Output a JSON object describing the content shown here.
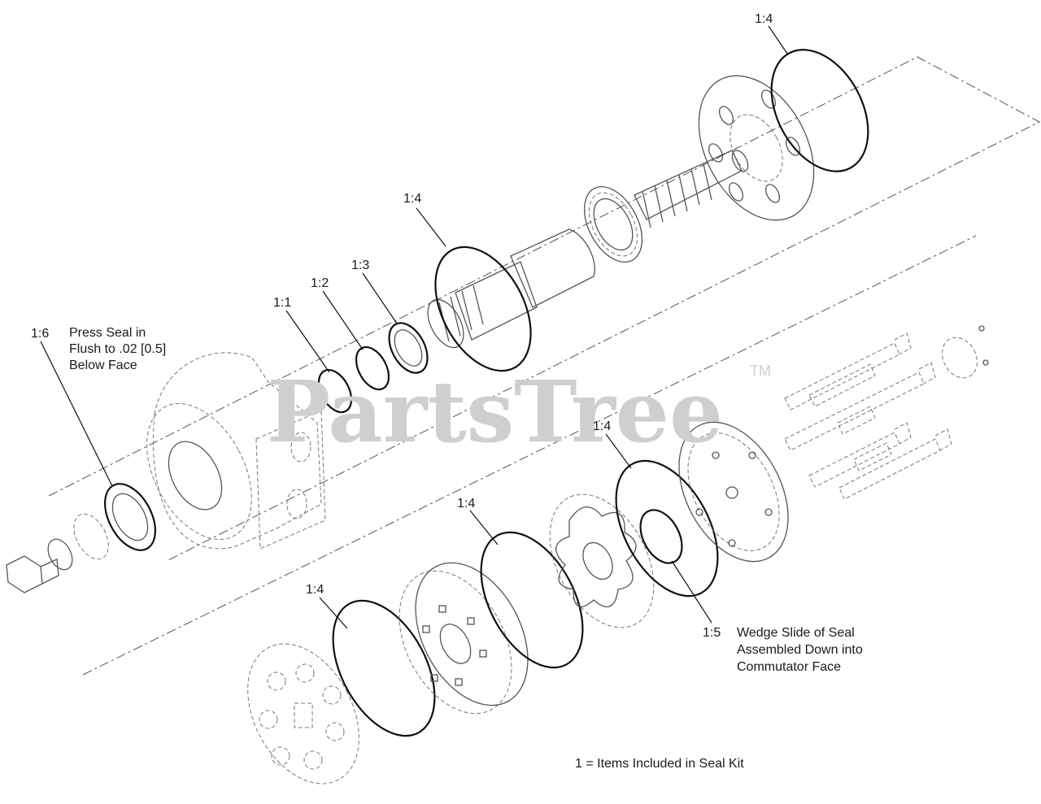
{
  "watermark": {
    "text": "PartsTree",
    "tm": "TM"
  },
  "callouts": {
    "c16": "1:6",
    "c11": "1:1",
    "c12": "1:2",
    "c13": "1:3",
    "c14a": "1:4",
    "c14b": "1:4",
    "c14c": "1:4",
    "c14d": "1:4",
    "c14e": "1:4",
    "c15": "1:5"
  },
  "notes": {
    "press_seal": [
      "Press Seal in",
      "Flush to .02 [0.5]",
      "Below Face"
    ],
    "wedge_slide": [
      "Wedge Slide of Seal",
      "Assembled Down into",
      "Commutator Face"
    ],
    "legend": "1  = Items Included in Seal Kit"
  },
  "colors": {
    "linework": "#555555",
    "seal_kit_rings": "#111111",
    "watermark": "#cfcfcf"
  }
}
